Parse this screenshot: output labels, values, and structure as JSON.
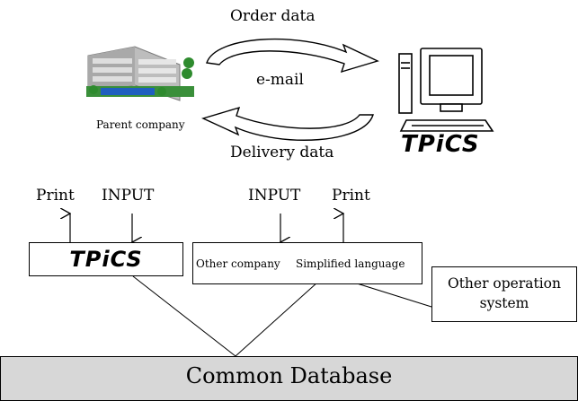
{
  "top": {
    "order_label": "Order data",
    "email_label": "e-mail",
    "parent_label": "Parent company",
    "delivery_label": "Delivery data",
    "tpics_logo": "TPiCS"
  },
  "bottom": {
    "left_print": "Print",
    "left_input": "INPUT",
    "right_input": "INPUT",
    "right_print": "Print",
    "tpics_box_label": "TPiCS",
    "other_company": "Other company",
    "simplified_language": "Simplified language",
    "other_ops_line1": "Other operation",
    "other_ops_line2": "system",
    "database_label": "Common Database"
  },
  "colors": {
    "database_fill": "#d7d7d7",
    "building_green": "#2f8f2f",
    "building_gray": "#c9c9c9"
  }
}
